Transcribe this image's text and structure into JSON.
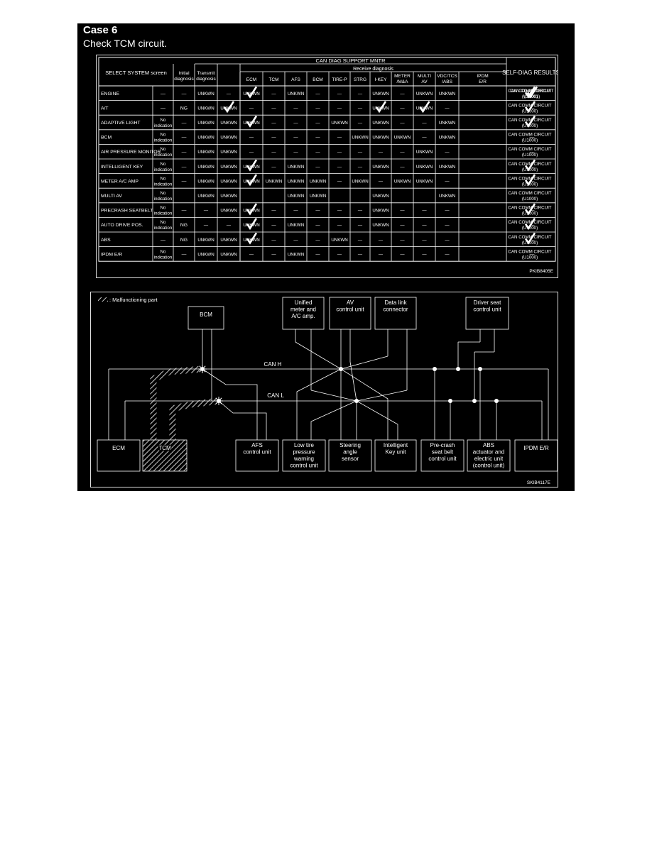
{
  "header": {
    "title": "Case 6",
    "subtitle": "Check TCM circuit."
  },
  "table": {
    "header_select": "SELECT SYSTEM screen",
    "header_initial": [
      "Initial",
      "diagnosis"
    ],
    "header_transmit": [
      "Transmit",
      "diagnosis"
    ],
    "header_can": "CAN DIAG SUPPORT MNTR",
    "header_receive": "Receive diagnosis",
    "header_self": "SELF-DIAG RESULTS",
    "receive_columns": [
      [
        "ECM"
      ],
      [
        "TCM"
      ],
      [
        "AFS"
      ],
      [
        "BCM"
      ],
      [
        "TIRE-P"
      ],
      [
        "STRG"
      ],
      [
        "I-KEY"
      ],
      [
        "METER",
        "/M&A"
      ],
      [
        "MULTI",
        "AV"
      ],
      [
        "VDC/TCS",
        "/ABS"
      ],
      [
        "IPDM",
        "E/R"
      ]
    ],
    "rows": [
      {
        "system": "ENGINE",
        "sub": [],
        "init": "—",
        "trans": "UNKWN",
        "recv": [
          "—",
          "UNKWN",
          "—",
          "UNKWN",
          "—",
          "—",
          "—",
          "UNKWN",
          "—",
          "UNKWN",
          "UNKWN"
        ],
        "checks": [
          1
        ],
        "self1": [
          "CAN COMM CIRCUIT",
          "(U1000)"
        ],
        "self2": [
          "CAN COMM CIRCUIT",
          "(U1001)"
        ],
        "self1_check": true,
        "self2_check": true
      },
      {
        "system": "A/T",
        "sub": [],
        "init": "NG",
        "trans": "UNKWN",
        "recv": [
          "UNKWN",
          "—",
          "—",
          "—",
          "—",
          "—",
          "—",
          "UNKWN",
          "—",
          "UNKWN",
          "—"
        ],
        "checks": [
          0,
          7,
          9
        ],
        "self1": [
          "CAN COMM CIRCUIT",
          "(U1000)"
        ],
        "self2": [
          "—"
        ],
        "self1_check": true,
        "self2_check": false
      },
      {
        "system": "ADAPTIVE LIGHT",
        "sub": [
          "No",
          "indication"
        ],
        "init": "—",
        "trans": "UNKWN",
        "recv": [
          "UNKWN",
          "UNKWN",
          "—",
          "—",
          "—",
          "UNKWN",
          "—",
          "UNKWN",
          "—",
          "—",
          "UNKWN"
        ],
        "checks": [
          1
        ],
        "self1": [
          "CAN COMM CIRCUIT",
          "(U1000)"
        ],
        "self2": [
          "—"
        ],
        "self1_check": true,
        "self2_check": false
      },
      {
        "system": "BCM",
        "sub": [
          "No",
          "indication"
        ],
        "init": "—",
        "trans": "UNKWN",
        "recv": [
          "UNKWN",
          "—",
          "—",
          "—",
          "—",
          "—",
          "UNKWN",
          "UNKWN",
          "UNKWN",
          "—",
          "UNKWN"
        ],
        "checks": [],
        "self1": [
          "CAN COMM CIRCUIT",
          "(U1000)"
        ],
        "self2": [
          "—"
        ],
        "self1_check": false,
        "self2_check": false
      },
      {
        "system": "AIR PRESSURE MONITOR",
        "sub": [
          "No",
          "indication"
        ],
        "init": "—",
        "trans": "UNKWN",
        "recv": [
          "UNKWN",
          "—",
          "—",
          "—",
          "—",
          "—",
          "—",
          "—",
          "—",
          "UNKWN",
          "—"
        ],
        "checks": [],
        "self1": [
          "CAN COMM CIRCUIT",
          "(U1000)"
        ],
        "self2": [
          "—"
        ],
        "self1_check": false,
        "self2_check": false
      },
      {
        "system": "INTELLIGENT KEY",
        "sub": [
          "No",
          "indication"
        ],
        "init": "—",
        "trans": "UNKWN",
        "recv": [
          "UNKWN",
          "UNKWN",
          "—",
          "UNKWN",
          "—",
          "—",
          "—",
          "UNKWN",
          "—",
          "UNKWN",
          "UNKWN"
        ],
        "checks": [
          1
        ],
        "self1": [
          "CAN COMM CIRCUIT",
          "(U1000)"
        ],
        "self2": [
          "—"
        ],
        "self1_check": true,
        "self2_check": false
      },
      {
        "system": "METER A/C AMP",
        "sub": [
          "No",
          "indication"
        ],
        "init": "—",
        "trans": "UNKWN",
        "recv": [
          "UNKWN",
          "UNKWN",
          "UNKWN",
          "UNKWN",
          "UNKWN",
          "—",
          "UNKWN",
          "—",
          "UNKWN",
          "UNKWN",
          "—"
        ],
        "checks": [
          1
        ],
        "self1": [
          "CAN COMM CIRCUIT",
          "(U1000)"
        ],
        "self2": [
          "—"
        ],
        "self1_check": true,
        "self2_check": false
      },
      {
        "system": "MULTI AV",
        "sub": [
          "No",
          "indication"
        ],
        "init": "",
        "trans": "UNKWN",
        "recv": [
          "UNKWN",
          "",
          "",
          "UNKWN",
          "UNKWN",
          "",
          "",
          "UNKWN",
          "",
          "",
          "UNKWN"
        ],
        "checks": [],
        "self1": [
          "CAN COMM CIRCUIT",
          "(U1000)"
        ],
        "self2": [
          ""
        ],
        "self1_check": false,
        "self2_check": false
      },
      {
        "system": "PRECRASH SEATBELT",
        "sub": [
          "No",
          "indication"
        ],
        "init": "—",
        "trans": "—",
        "recv": [
          "UNKWN",
          "UNKWN",
          "—",
          "—",
          "—",
          "—",
          "—",
          "UNKWN",
          "—",
          "—",
          "—"
        ],
        "checks": [
          1
        ],
        "self1": [
          "CAN COMM CIRCUIT",
          "(U1000)"
        ],
        "self2": [
          "—"
        ],
        "self1_check": true,
        "self2_check": false
      },
      {
        "system": "AUTO DRIVE POS.",
        "sub": [
          "No",
          "indication"
        ],
        "init": "NG",
        "trans": "—",
        "recv": [
          "—",
          "UNKWN",
          "—",
          "UNKWN",
          "—",
          "—",
          "—",
          "UNKWN",
          "—",
          "—",
          "—"
        ],
        "checks": [
          1
        ],
        "self1": [
          "CAN COMM CIRCUIT",
          "(U1000)"
        ],
        "self2": [
          "—"
        ],
        "self1_check": true,
        "self2_check": false
      },
      {
        "system": "ABS",
        "sub": [],
        "init": "NG",
        "trans": "UNKWN",
        "recv": [
          "UNKWN",
          "UNKWN",
          "—",
          "—",
          "—",
          "UNKWN",
          "—",
          "—",
          "—",
          "—",
          "—"
        ],
        "checks": [
          1
        ],
        "self1": [
          "CAN COMM CIRCUIT",
          "(U1000)"
        ],
        "self2": [
          "—"
        ],
        "self1_check": true,
        "self2_check": false
      },
      {
        "system": "IPDM E/R",
        "sub": [
          "No",
          "indication"
        ],
        "init": "—",
        "trans": "UNKWN",
        "recv": [
          "UNKWN",
          "—",
          "—",
          "UNKWN",
          "—",
          "—",
          "—",
          "—",
          "—",
          "—",
          "—"
        ],
        "checks": [],
        "self1": [
          "CAN COMM CIRCUIT",
          "(U1000)"
        ],
        "self2": [
          "—"
        ],
        "self1_check": false,
        "self2_check": false
      }
    ],
    "code": "PKIB8405E"
  },
  "diagram": {
    "legend": ": Malfunctioning part",
    "can_h": "CAN H",
    "can_l": "CAN L",
    "code": "SKIB4117E",
    "top_units": [
      {
        "id": "bcm",
        "lines": [
          "BCM"
        ]
      },
      {
        "id": "meter",
        "lines": [
          "Unified",
          "meter and",
          "A/C amp."
        ]
      },
      {
        "id": "av",
        "lines": [
          "AV",
          "control unit"
        ]
      },
      {
        "id": "dlc",
        "lines": [
          "Data link",
          "connector"
        ]
      },
      {
        "id": "driver",
        "lines": [
          "Driver seat",
          "control unit"
        ]
      }
    ],
    "bottom_units": [
      {
        "id": "ecm",
        "lines": [
          "ECM"
        ]
      },
      {
        "id": "tcm",
        "lines": [
          "TCM"
        ]
      },
      {
        "id": "afs",
        "lines": [
          "AFS",
          "control unit"
        ]
      },
      {
        "id": "tire",
        "lines": [
          "Low tire",
          "pressure",
          "warning",
          "control unit"
        ]
      },
      {
        "id": "strg",
        "lines": [
          "Steering",
          "angle",
          "sensor"
        ]
      },
      {
        "id": "ikey",
        "lines": [
          "Intelligent",
          "Key unit"
        ]
      },
      {
        "id": "precrash",
        "lines": [
          "Pre-crash",
          "seat belt",
          "control unit"
        ]
      },
      {
        "id": "abs",
        "lines": [
          "ABS",
          "actuator and",
          "electric unit",
          "(control unit)"
        ]
      },
      {
        "id": "ipdm",
        "lines": [
          "IPDM E/R"
        ]
      }
    ]
  }
}
